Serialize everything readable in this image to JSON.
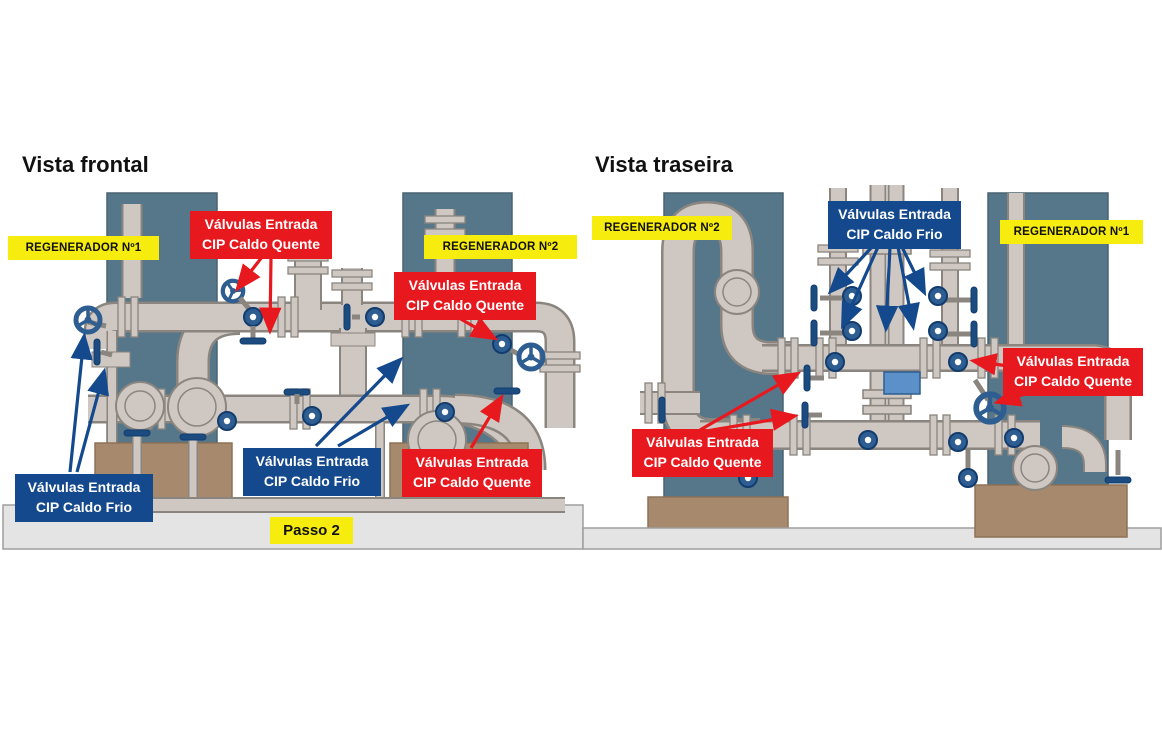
{
  "palette": {
    "label_yellow": "#f6ec0e",
    "label_red": "#e8191e",
    "label_blue": "#14498d",
    "panel_teal": "#56778a",
    "pipe_gray": "#cfc8c2",
    "valve_blue": "#2e5d91",
    "base_brown": "#a78a6e",
    "ground_gray": "#e4e4e4"
  },
  "front_view": {
    "title": "Vista frontal",
    "regenerator_1": "REGENERADOR Nº1",
    "regenerator_2": "REGENERADOR Nº2",
    "label_cip_quente_top": "Válvulas Entrada\nCIP Caldo Quente",
    "label_cip_quente_right": "Válvulas Entrada\nCIP Caldo Quente",
    "label_cip_quente_bottom": "Válvulas Entrada\nCIP Caldo Quente",
    "label_cip_frio_left": "Válvulas Entrada\nCIP Caldo Frio",
    "label_cip_frio_center": "Válvulas Entrada\nCIP Caldo Frio",
    "step_label": "Passo 2"
  },
  "rear_view": {
    "title": "Vista traseira",
    "regenerator_2": "REGENERADOR Nº2",
    "regenerator_1": "REGENERADOR Nº1",
    "label_cip_frio_top": "Válvulas Entrada\nCIP Caldo Frio",
    "label_cip_quente_right": "Válvulas Entrada\nCIP Caldo Quente",
    "label_cip_quente_left": "Válvulas Entrada\nCIP Caldo Quente"
  }
}
